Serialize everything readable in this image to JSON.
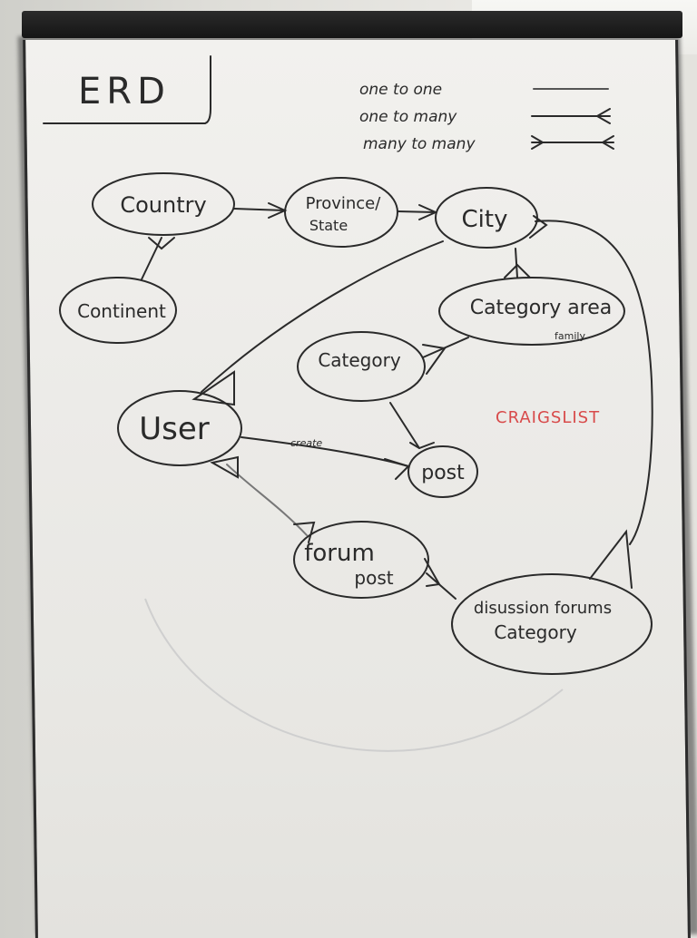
{
  "title": "ERD",
  "legend": {
    "one_to_one": "one to one",
    "one_to_many": "one to many",
    "many_to_many": "many to many"
  },
  "entities": {
    "country": "Country",
    "province": "Province/",
    "province_line2": "State",
    "city": "City",
    "continent": "Continent",
    "category_area": "Category area",
    "category_area_sub": "family",
    "category": "Category",
    "user": "User",
    "post": "post",
    "forum_post": "forum",
    "forum_post_line2": "post",
    "discussion": "disussion forums",
    "discussion_line2": "Category"
  },
  "relationship_label": "create",
  "note": "CRAIGSLIST",
  "colors": {
    "ink": "#2a2a2a",
    "note": "#d84a4a",
    "board": "#eeede9"
  }
}
